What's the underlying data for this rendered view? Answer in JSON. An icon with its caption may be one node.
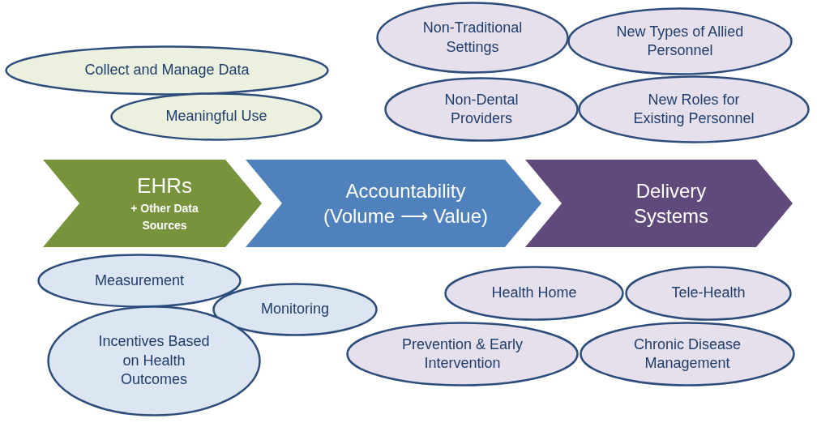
{
  "diagram": {
    "nodes": [
      {
        "text": [
          "Collect and Manage Data"
        ]
      },
      {
        "text": [
          "Meaningful Use"
        ]
      },
      {
        "text": [
          "Non-Traditional Settings"
        ]
      },
      {
        "text": [
          "New Types of Allied Personnel"
        ]
      },
      {
        "text": [
          "Non-Dental Providers"
        ]
      },
      {
        "text": [
          "New Roles for Existing Personnel"
        ]
      },
      {
        "text": [
          "EHRs",
          "+ Other Data Sources"
        ]
      },
      {
        "text": [
          "Accountability (Volume ⟶ Value)"
        ]
      },
      {
        "text": [
          "Delivery Systems"
        ]
      },
      {
        "text": [
          "Measurement"
        ]
      },
      {
        "text": [
          "Monitoring"
        ]
      },
      {
        "text": [
          "Incentives Based on Health Outcomes"
        ]
      },
      {
        "text": [
          "Health Home"
        ]
      },
      {
        "text": [
          "Tele-Health"
        ]
      },
      {
        "text": [
          "Prevention & Early Intervention"
        ]
      },
      {
        "text": [
          "Chronic Disease Management"
        ]
      }
    ]
  }
}
